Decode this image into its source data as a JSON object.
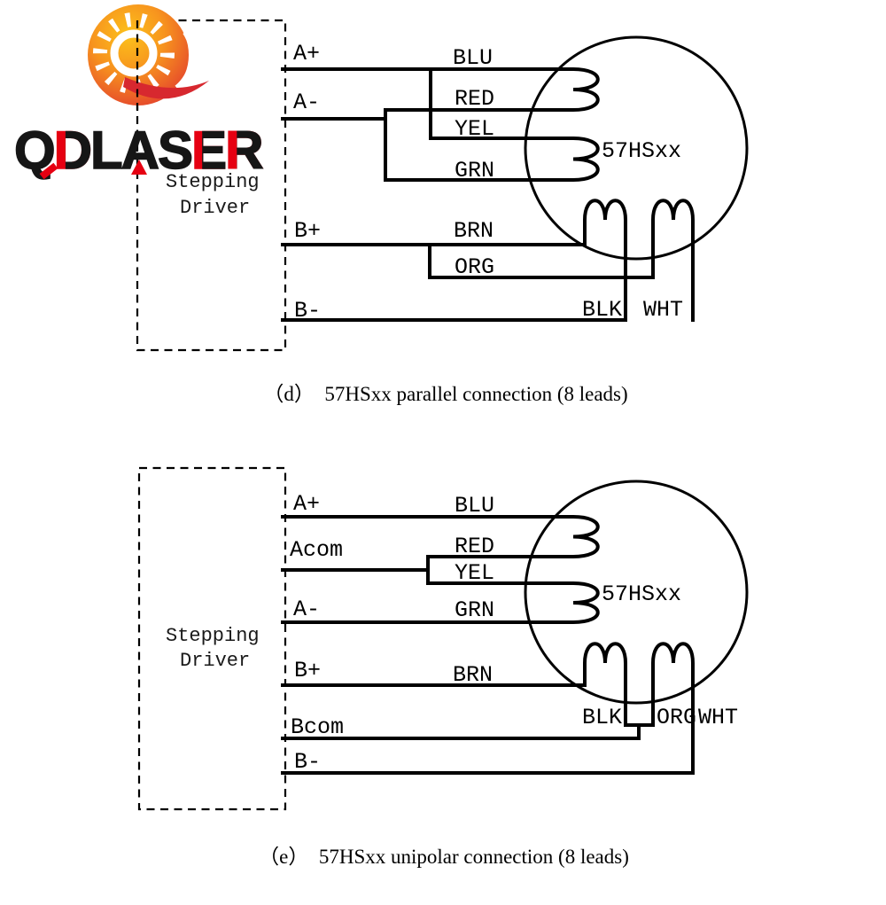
{
  "logo": {
    "brand": "QDLASER",
    "letters": [
      "Q",
      "D",
      "L",
      "A",
      "S",
      "E",
      "R"
    ]
  },
  "colors": {
    "line": "#000000",
    "logo_red": "#e60012",
    "logo_black": "#161616",
    "logo_orange": "#f7941e"
  },
  "diagram_d": {
    "driver_line1": "Stepping",
    "driver_line2": "Driver",
    "motor_label": "57HSxx",
    "terminals": [
      "A+",
      "A-",
      "B+",
      "B-"
    ],
    "wire_labels": [
      "BLU",
      "RED",
      "YEL",
      "GRN",
      "BRN",
      "ORG",
      "BLK",
      "WHT"
    ],
    "caption": "（d）  57HSxx parallel connection (8 leads)"
  },
  "diagram_e": {
    "driver_line1": "Stepping",
    "driver_line2": "Driver",
    "motor_label": "57HSxx",
    "terminals": [
      "A+",
      "Acom",
      "A-",
      "B+",
      "Bcom",
      "B-"
    ],
    "wire_labels": [
      "BLU",
      "RED",
      "YEL",
      "GRN",
      "BRN",
      "BLK",
      "ORG",
      "WHT"
    ],
    "caption": "（e）  57HSxx unipolar connection (8 leads)"
  }
}
